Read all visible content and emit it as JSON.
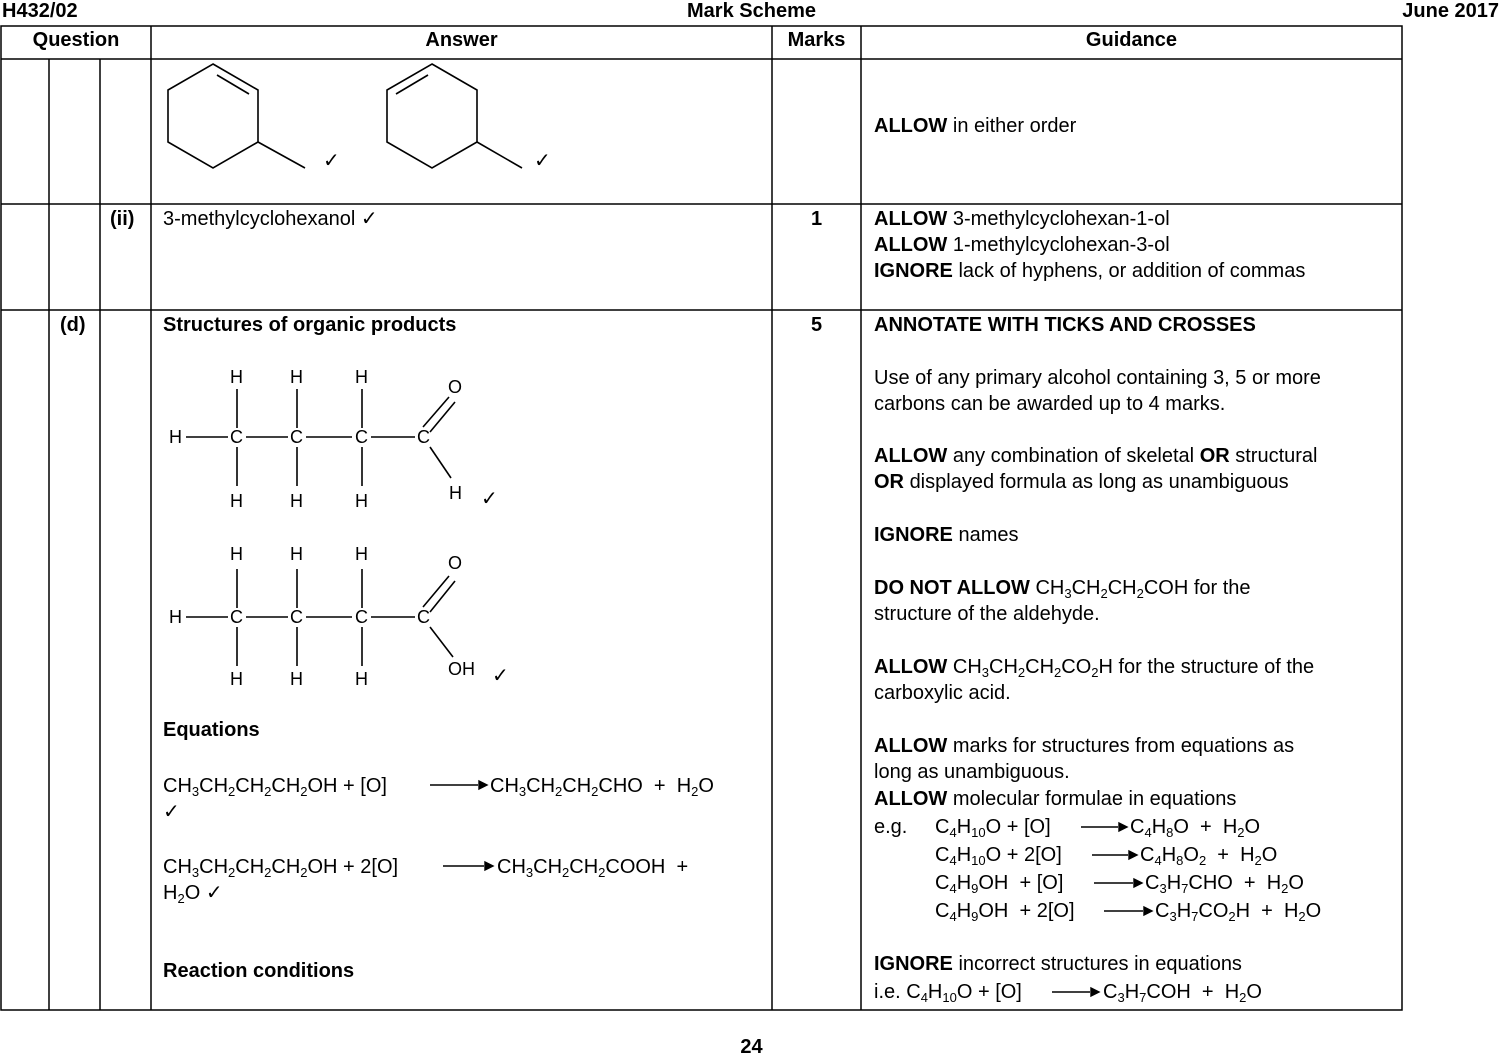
{
  "header": {
    "code": "H432/02",
    "title": "Mark Scheme",
    "date": "June 2017"
  },
  "columns": {
    "question": "Question",
    "answer": "Answer",
    "marks": "Marks",
    "guidance": "Guidance"
  },
  "row1": {
    "tick1": "✓",
    "tick2": "✓",
    "guidance": "in either order",
    "allow": "ALLOW"
  },
  "row2": {
    "part": "(ii)",
    "answer": "3-methylcyclohexanol ✓",
    "marks": "1",
    "g1": "3-methylcyclohexan-1-ol",
    "g2": "1-methylcyclohexan-3-ol",
    "g3": "lack of hyphens, or addition of commas",
    "allow": "ALLOW",
    "ignore": "IGNORE"
  },
  "row3": {
    "part": "(d)",
    "marks": "5",
    "structures_heading": "Structures of organic products",
    "equations_heading": "Equations",
    "conditions_heading": "Reaction conditions",
    "tick": "✓",
    "atoms": {
      "H": "H",
      "C": "C",
      "O": "O",
      "OH": "OH"
    },
    "guidance": {
      "annotate": "ANNOTATE WITH TICKS AND CROSSES",
      "use1": "Use of any primary alcohol containing 3, 5 or more",
      "use2": "carbons can be awarded up to 4 marks.",
      "allow": "ALLOW",
      "ignore": "IGNORE",
      "or": "OR",
      "do_not_allow": "DO NOT ALLOW",
      "combo1": "any combination of skeletal",
      "combo2": "structural",
      "combo3": "displayed formula as long as unambiguous",
      "names": "names",
      "dna_tail": "for the",
      "dna2": "structure of the aldehyde.",
      "acid_tail": "for the structure of the",
      "acid2": "carboxylic acid.",
      "marks1": "marks for structures from equations as",
      "marks2": "long as unambiguous.",
      "molecular": "molecular formulae in equations",
      "eg": "e.g.",
      "incorrect": "incorrect structures in equations",
      "ie": "i.e."
    }
  },
  "page_number": "24"
}
